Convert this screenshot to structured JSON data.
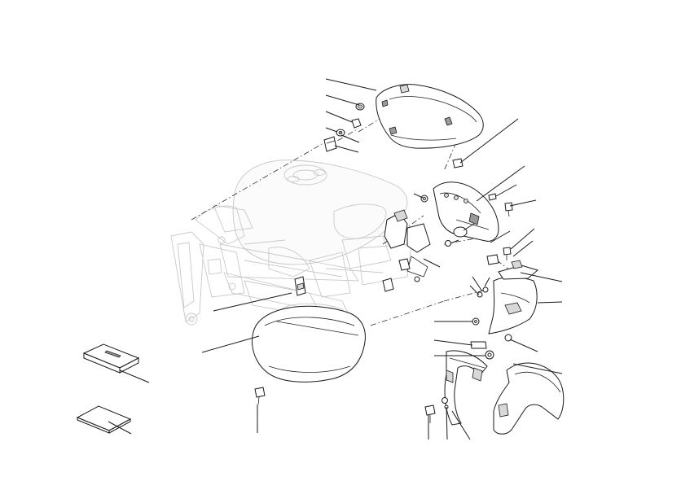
{
  "diagram": {
    "type": "exploded-parts-view",
    "labels_printed": false,
    "parts": [
      {
        "name": "tank-cover"
      },
      {
        "name": "rubber-grommet"
      },
      {
        "name": "spacer-bushing"
      },
      {
        "name": "retaining-clip"
      },
      {
        "name": "headlight-support-bracket"
      },
      {
        "name": "instrument-cover"
      },
      {
        "name": "left-side-panel"
      },
      {
        "name": "front-mudguard"
      },
      {
        "name": "mudguard-bracket"
      },
      {
        "name": "fairing-side-panel"
      },
      {
        "name": "owner-manual"
      },
      {
        "name": "document-card"
      },
      {
        "name": "screws"
      }
    ]
  }
}
